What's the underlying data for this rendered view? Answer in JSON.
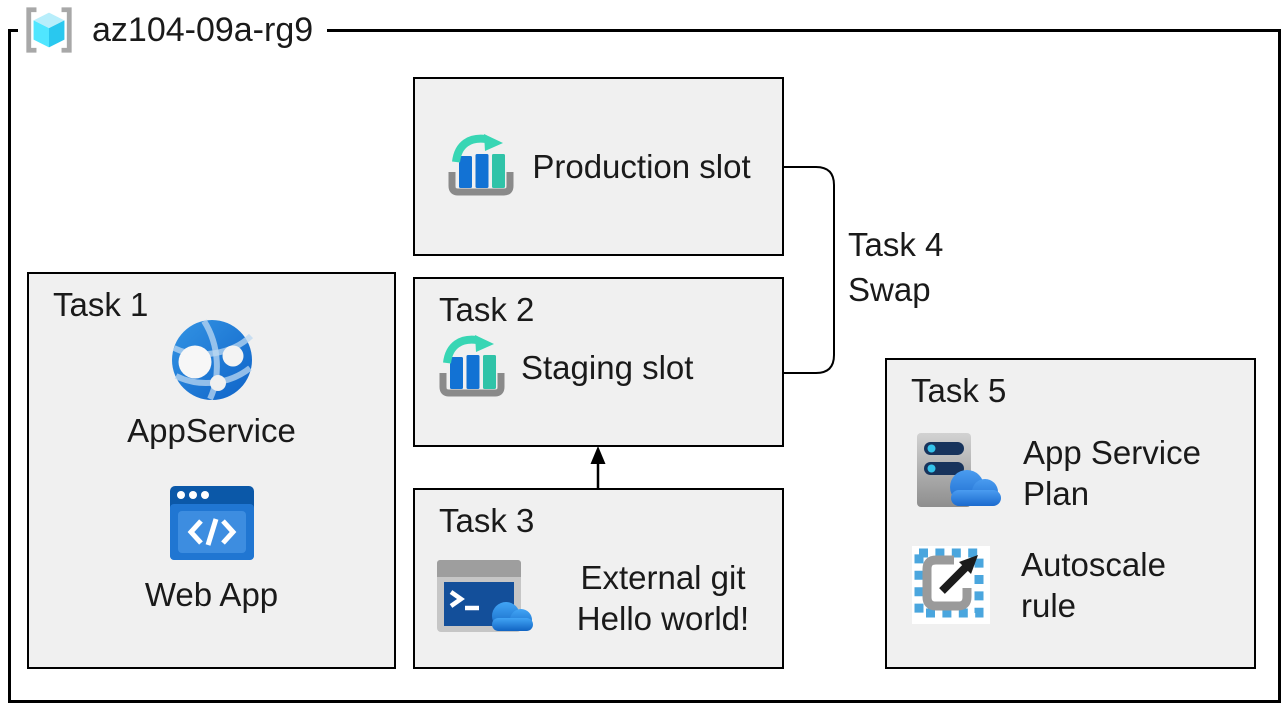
{
  "resource_group": {
    "label": "az104-09a-rg9"
  },
  "boxes": {
    "production_slot": {
      "label": "Production slot",
      "icon": "deployment-slots-icon"
    },
    "task1": {
      "title": "Task 1",
      "items": [
        {
          "label": "AppService",
          "icon": "app-service-icon"
        },
        {
          "label": "Web App",
          "icon": "web-app-icon"
        }
      ]
    },
    "task2": {
      "title": "Task 2",
      "label": "Staging slot",
      "icon": "deployment-slots-icon"
    },
    "task3": {
      "title": "Task 3",
      "label_lines": [
        "External git",
        "Hello world!"
      ],
      "icon": "cloud-shell-icon"
    },
    "task4": {
      "title": "Task 4",
      "label": "Swap"
    },
    "task5": {
      "title": "Task 5",
      "items": [
        {
          "label_lines": [
            "App Service",
            "Plan"
          ],
          "icon": "app-service-plan-icon"
        },
        {
          "label_lines": [
            "Autoscale",
            "rule"
          ],
          "icon": "autoscale-icon"
        }
      ]
    }
  },
  "colors": {
    "box_fill": "#f0f0f0",
    "box_border": "#000000",
    "text": "#1a1a1a",
    "azure_blue": "#1272d4",
    "teal_arrow": "#38d6b4",
    "tray_gray": "#8a8a8a",
    "cube_cyan": "#50e6ff",
    "cloud_blue": "#2b8de8",
    "autoscale_dash_blue": "#4aa6de"
  }
}
